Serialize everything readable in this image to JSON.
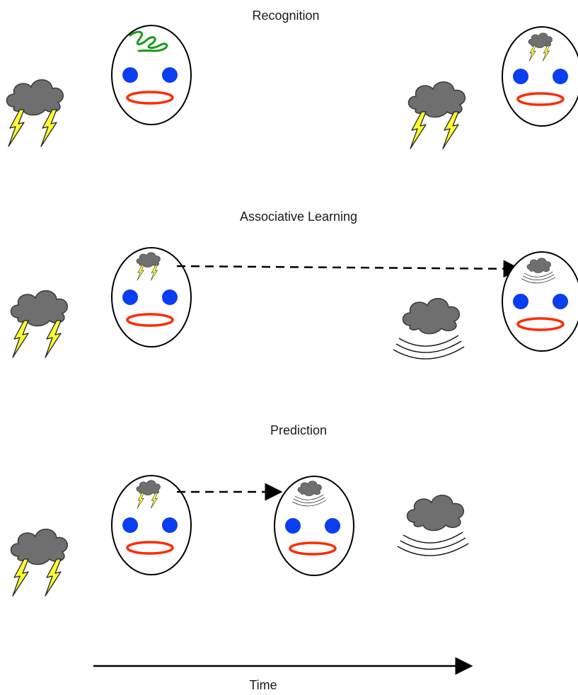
{
  "panels": [
    {
      "title": "Recognition"
    },
    {
      "title": "Associative Learning"
    },
    {
      "title": "Prediction"
    }
  ],
  "time_axis": {
    "label": "Time"
  },
  "colors": {
    "face_fill": "#ffffff",
    "face_stroke": "#000000",
    "eye": "#0a3ef0",
    "mouth": "#ff2a00",
    "cloud": "#6f6f6f",
    "cloud_stroke": "#3a3a3a",
    "lightning": "#ffff33",
    "lightning_stroke": "#222222",
    "scribble": "#1a9a1a",
    "arrow": "#000000"
  },
  "icons": [
    "storm-cloud-icon",
    "cloud-icon",
    "lightning-icon",
    "wind-lines-icon",
    "face-icon",
    "scribble-icon",
    "arrow-icon"
  ]
}
